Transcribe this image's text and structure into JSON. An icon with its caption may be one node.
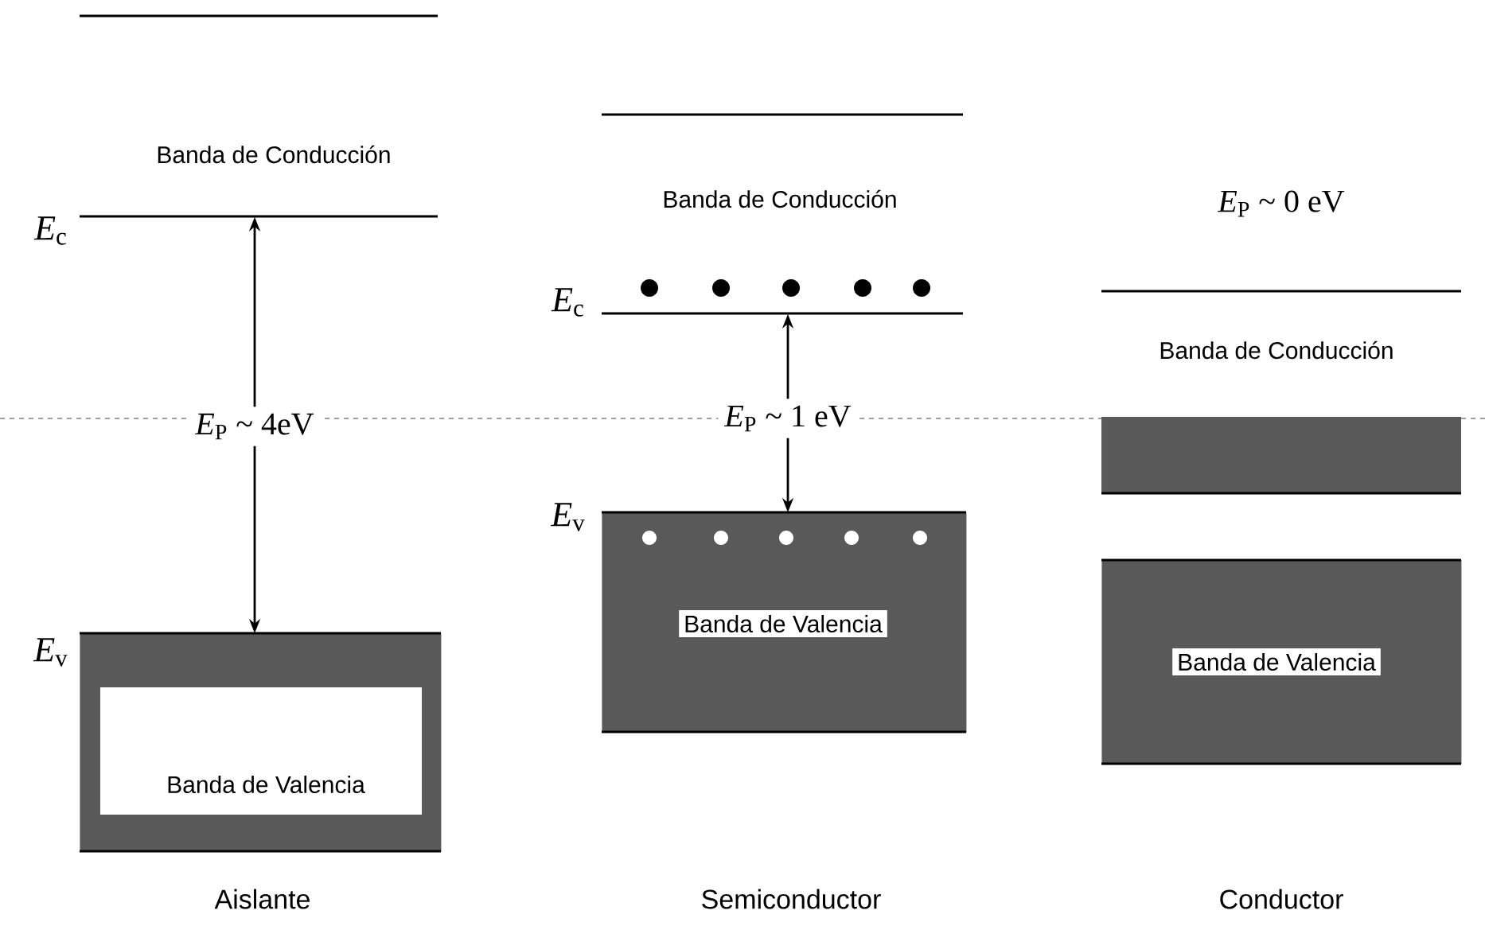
{
  "diagram": {
    "nodes": [
      {
        "text": [
          "Banda de Conducción"
        ]
      },
      {
        "text": [
          "*E*$_{P}$ ~ 4eV"
        ]
      },
      {
        "text": [
          "Banda de Valencia"
        ]
      },
      {
        "text": [
          "Banda de Conducción"
        ]
      },
      {
        "text": [
          "*E*$_{P}$ ~ 1 eV"
        ]
      },
      {
        "text": [
          "Banda de Valencia"
        ]
      },
      {
        "text": [
          "Banda de Conducción"
        ]
      },
      {
        "text": [
          "Banda de Valencia"
        ]
      }
    ],
    "edges": [
      {
        "from": 1,
        "to": 0,
        "arrow": "to"
      },
      {
        "from": 1,
        "to": 2,
        "arrow": "to"
      },
      {
        "from": 4,
        "to": 3,
        "arrow": "to"
      },
      {
        "from": 4,
        "to": 5,
        "arrow": "to"
      }
    ],
    "labels": [
      "*E*$_{c}$",
      "*E*$_{v}$",
      "*E*$_{c}$",
      "*E*$_{v}$",
      "*E*$_{P}$ ~ 0 eV",
      "Aislante",
      "Semiconductor",
      "Conductor"
    ]
  }
}
